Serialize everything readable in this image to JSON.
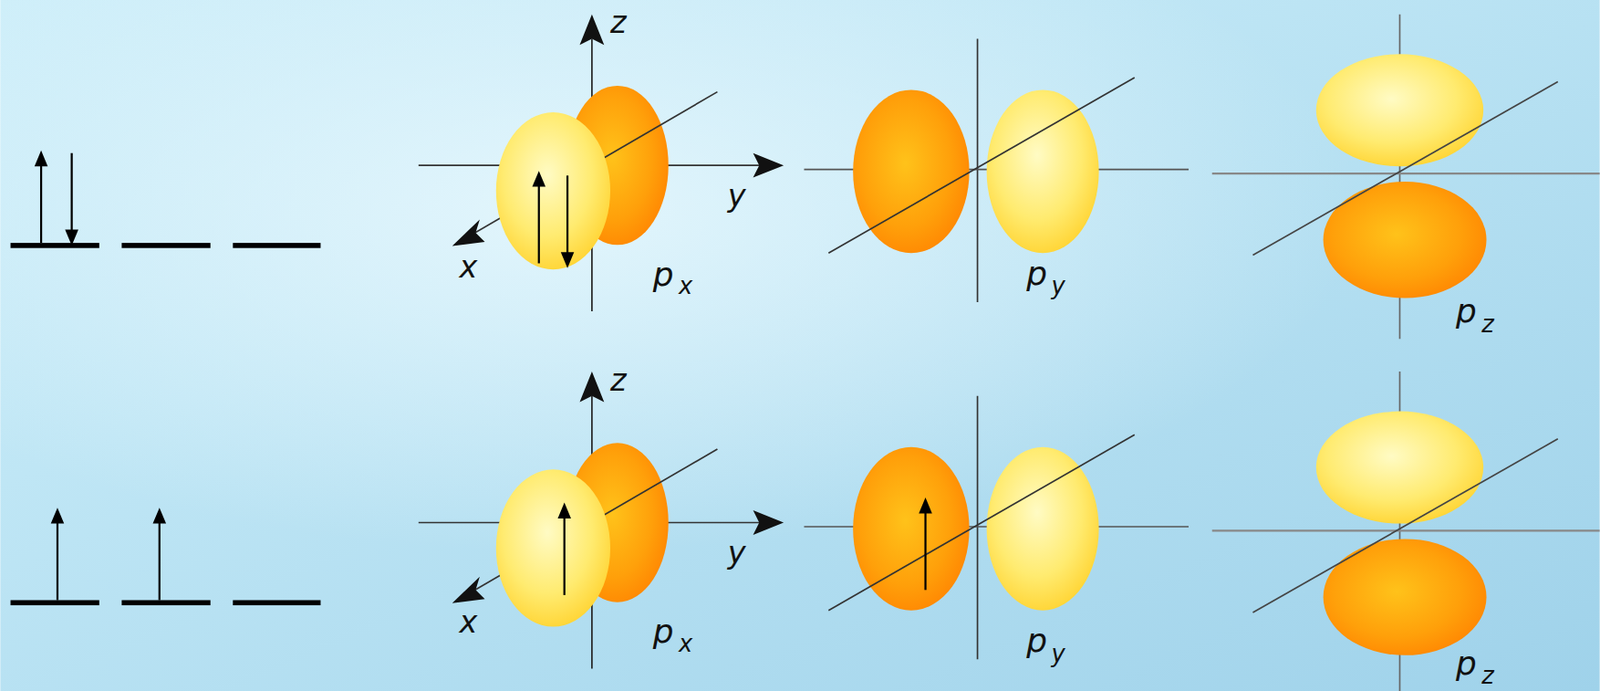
{
  "diagram": {
    "labels": [
      "z",
      "y",
      "x",
      "p",
      "x",
      "p",
      "y",
      "p",
      "z",
      "z",
      "y",
      "x",
      "p",
      "x",
      "p",
      "y",
      "p",
      "z"
    ]
  }
}
